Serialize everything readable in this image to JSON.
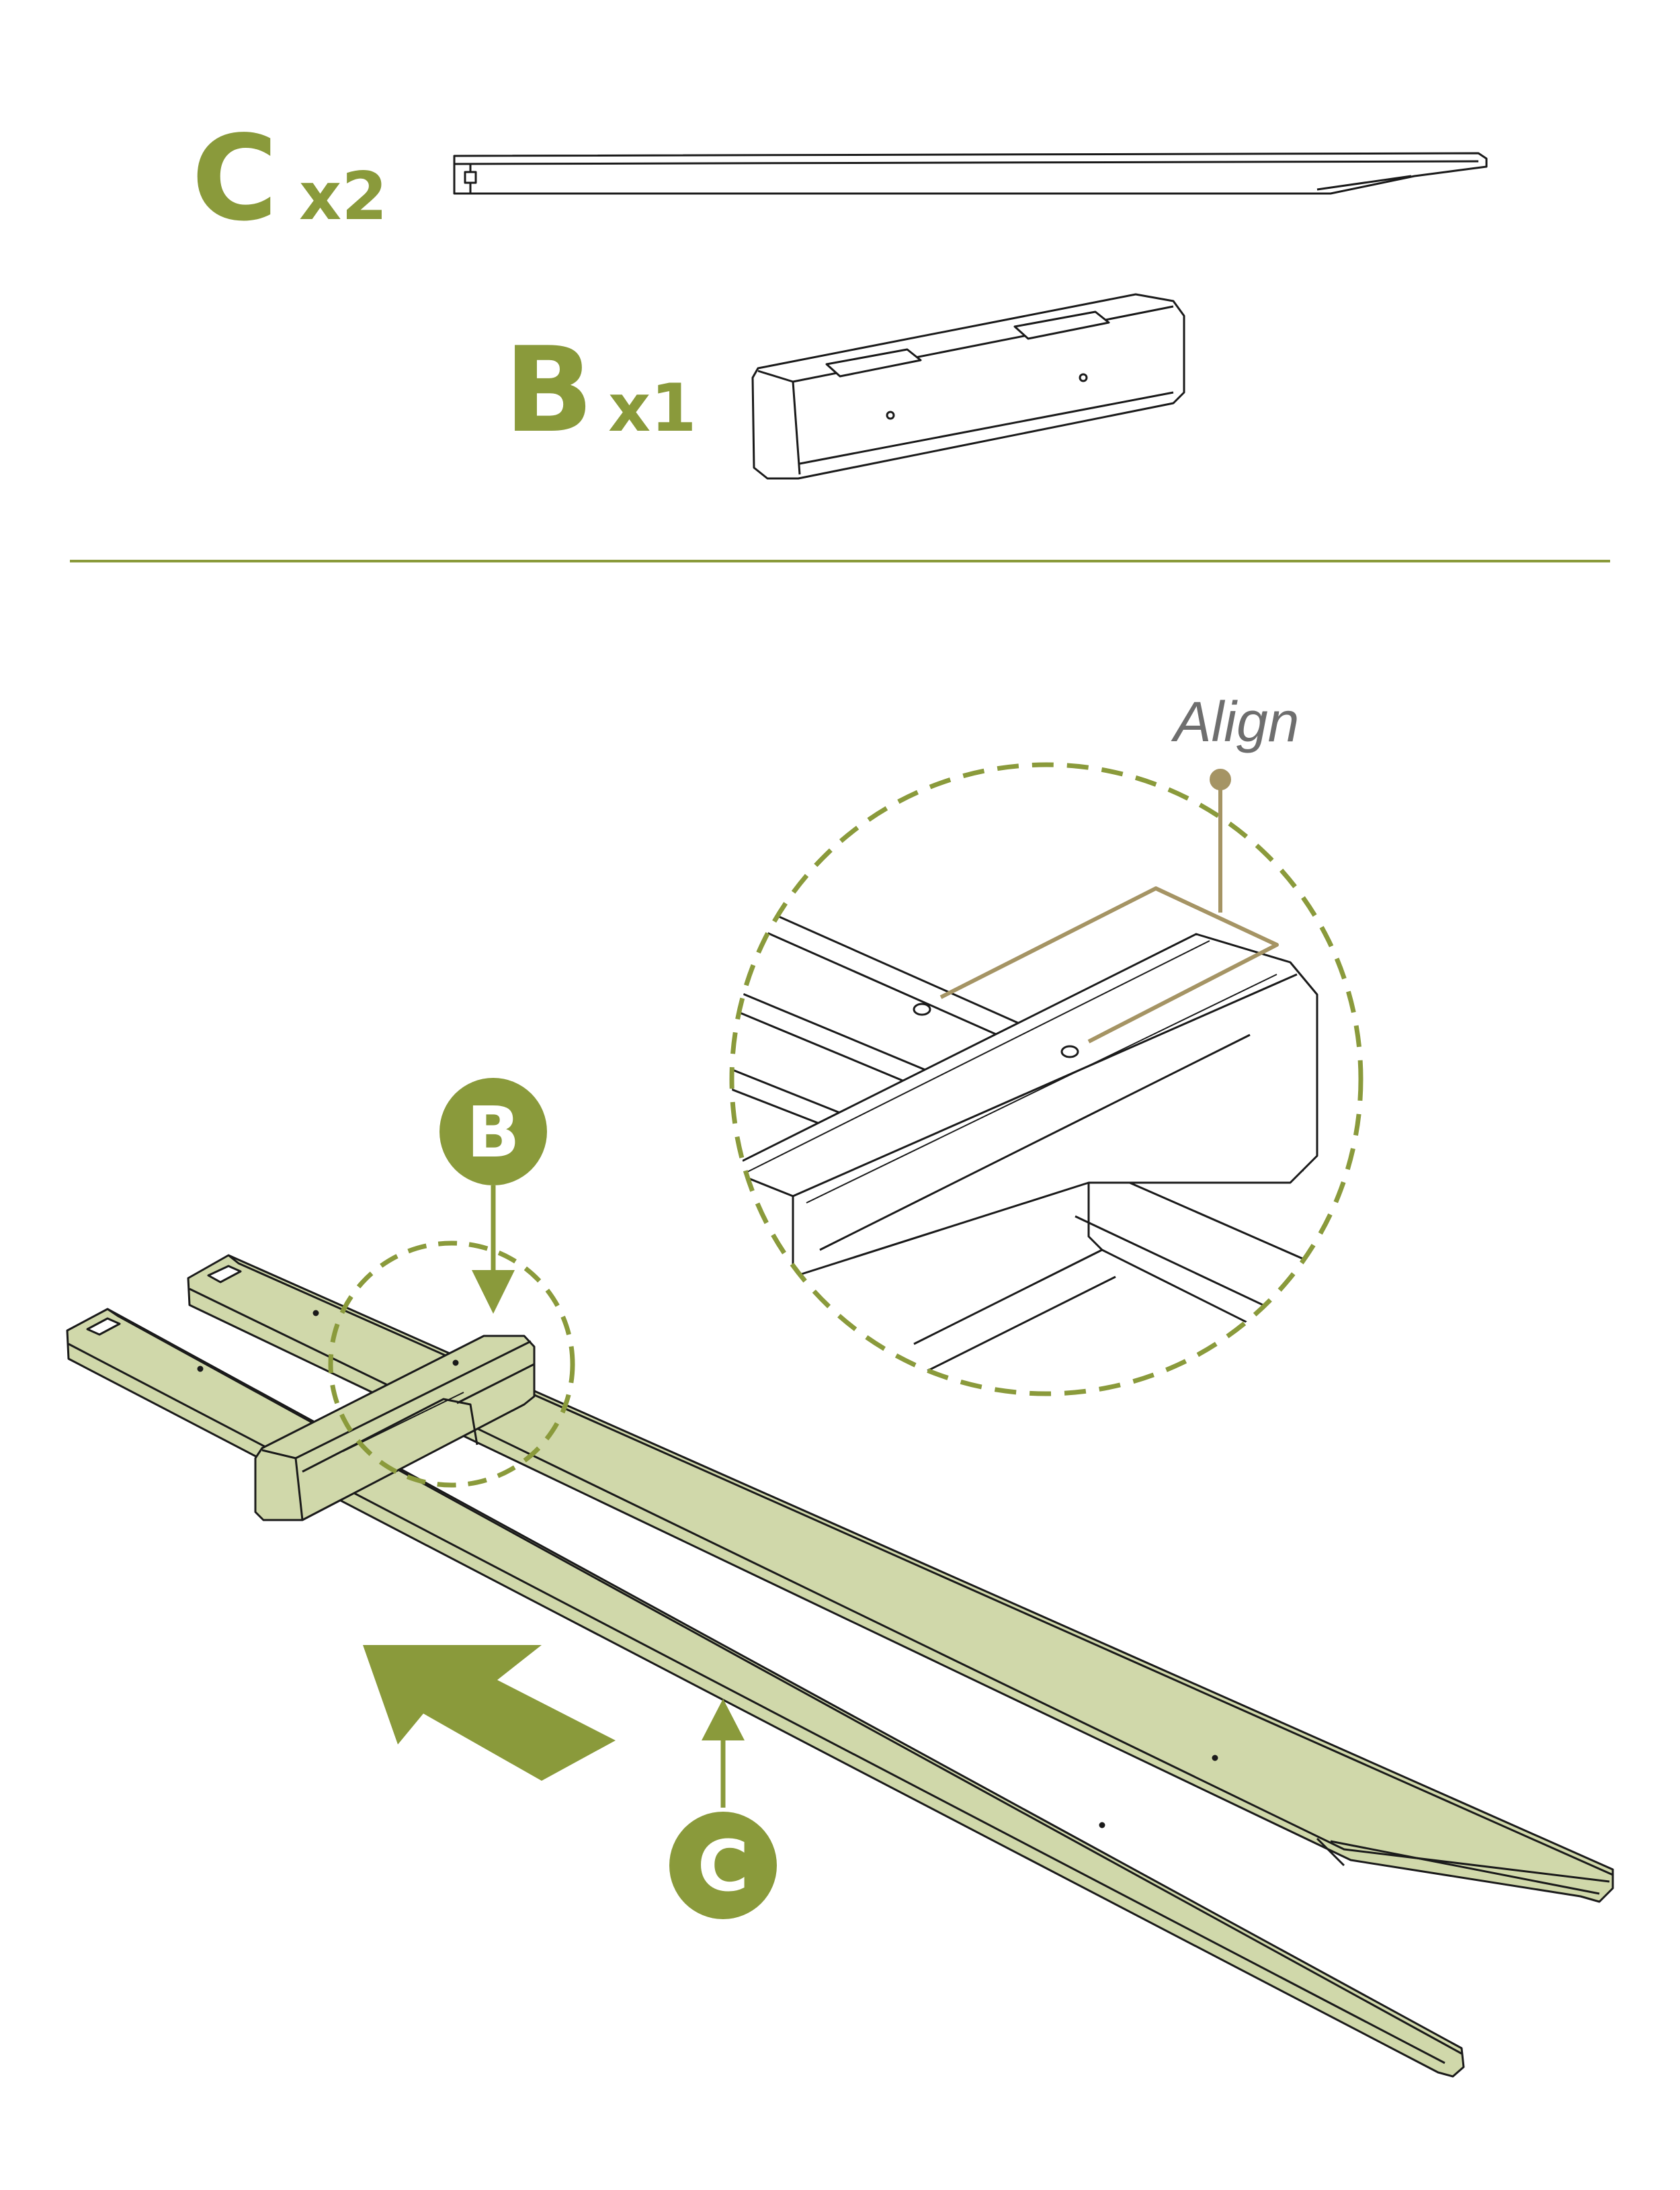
{
  "colors": {
    "accent": "#8a9a3b",
    "part_fill": "#d0d8aa",
    "part_dark": "#b3be86",
    "line": "#1a1a1a",
    "align_line": "#a59464",
    "note_text": "#6e6e6e",
    "divider": "#8a9a3b"
  },
  "parts_list": [
    {
      "letter": "C",
      "count": "x2",
      "icon": "long-rail-part-c"
    },
    {
      "letter": "B",
      "count": "x1",
      "icon": "box-bracket-part-b"
    }
  ],
  "assembly": {
    "callout_b": "B",
    "callout_c": "C",
    "detail_note": "Align",
    "motion_arrow_icon": "slide-direction-arrow-icon"
  }
}
